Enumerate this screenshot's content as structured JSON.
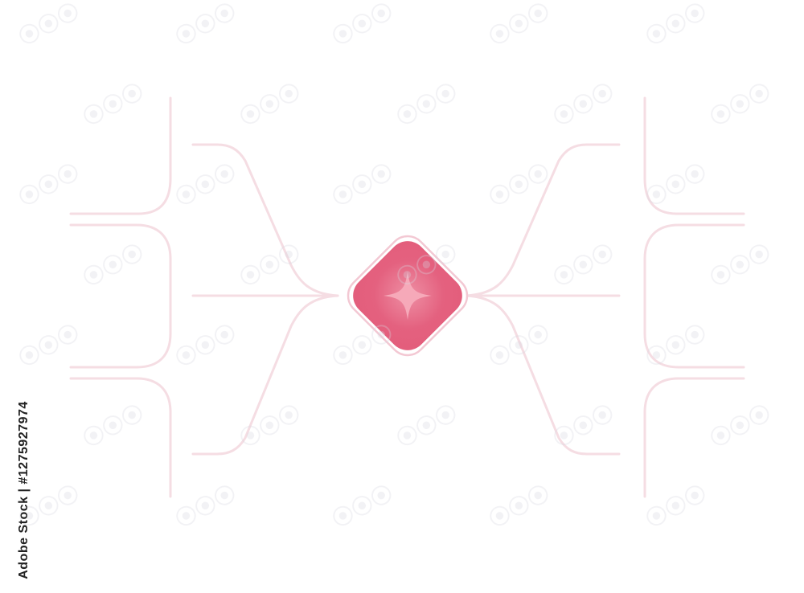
{
  "diagram": {
    "style": "symmetric mind-map branch template with no node labels",
    "center_node": {
      "shape": "rounded-diamond",
      "icon": "four-point-sparkle-icon",
      "fill_gradient": [
        "#e4617f",
        "#ee8fa4"
      ],
      "ring_color": "#f3c8d3",
      "icon_color": "#f6a9b9"
    },
    "connector_color": "#f5dde3",
    "left_branches": [
      "upper",
      "middle",
      "lower"
    ],
    "right_branches": [
      "upper",
      "middle",
      "lower"
    ]
  },
  "watermark": {
    "brand_icon": "stock-watermark-icon",
    "color": "#d6d6e0"
  },
  "side_label": {
    "text": "Adobe Stock | #1275927974"
  }
}
